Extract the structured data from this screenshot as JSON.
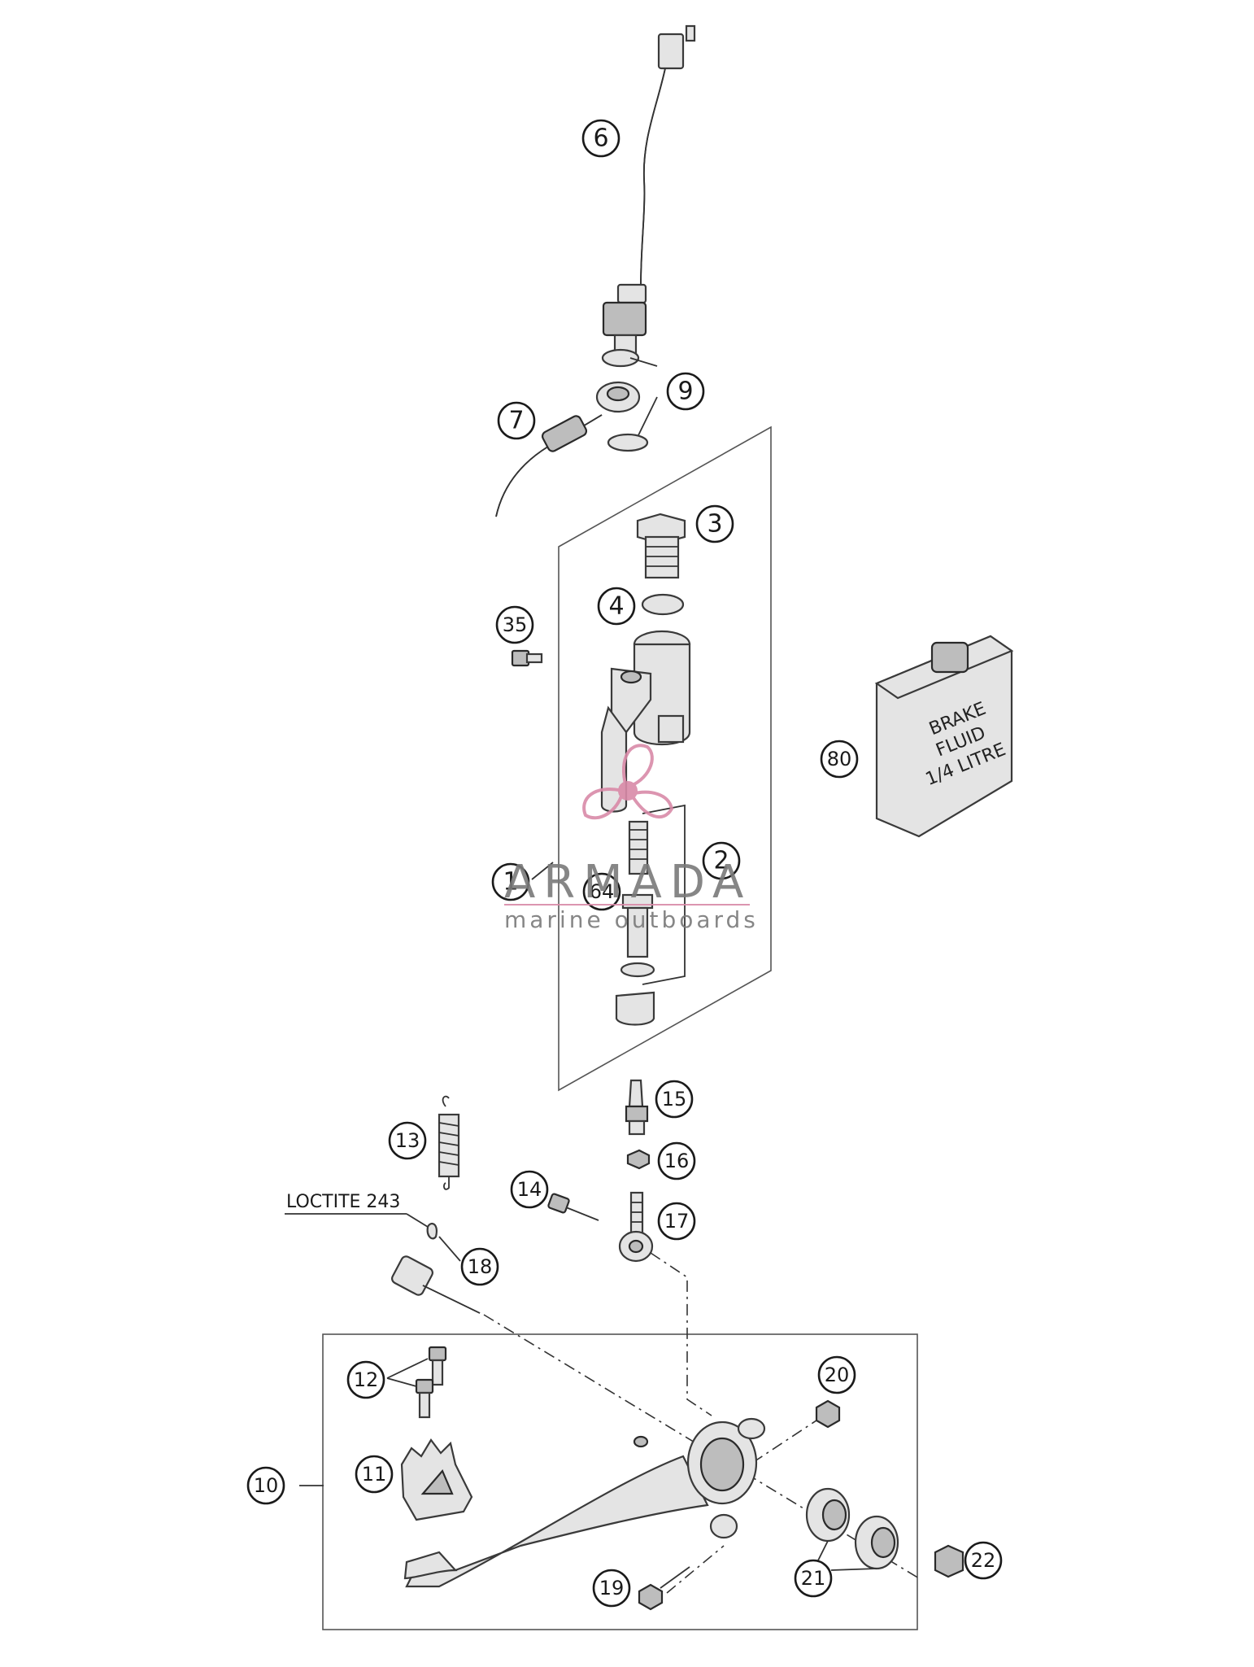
{
  "callouts": {
    "c1": "1",
    "c2": "2",
    "c3": "3",
    "c4": "4",
    "c6": "6",
    "c7": "7",
    "c9": "9",
    "c10": "10",
    "c11": "11",
    "c12": "12",
    "c13": "13",
    "c14": "14",
    "c15": "15",
    "c16": "16",
    "c17": "17",
    "c18": "18",
    "c19": "19",
    "c20": "20",
    "c21": "21",
    "c22": "22",
    "c35": "35",
    "c64": "64",
    "c80": "80"
  },
  "annotation": {
    "loctite": "LOCTITE 243"
  },
  "can_label": {
    "line1": "BRAKE",
    "line2": "FLUID",
    "line3": "1/4 LITRE"
  },
  "watermark": {
    "title": "ARMADA",
    "subtitle": "marine outboards",
    "accent_color": "#d98aa8"
  }
}
